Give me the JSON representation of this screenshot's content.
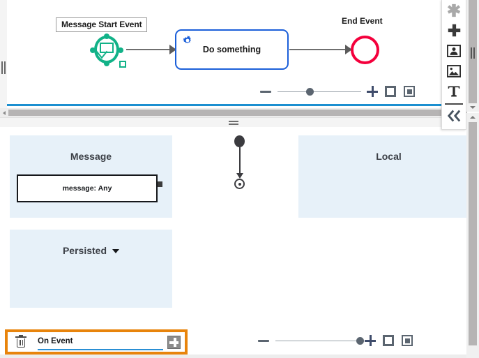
{
  "bpmn_editor": {
    "start_event": {
      "label": "Message Start Event",
      "icon": "envelope-icon",
      "selected": true,
      "accent_color": "#12b288"
    },
    "task": {
      "label": "Do something",
      "icon": "gear-icon",
      "border_color": "#1b5fd9"
    },
    "end_event": {
      "label": "End Event",
      "accent_color": "#f4003c"
    },
    "zoom_controls": {
      "zoom_out_label": "−",
      "zoom_in_label": "+",
      "fit_label": "Fit to screen",
      "actual_size_label": "Actual size",
      "slider_value": 34
    }
  },
  "palette": {
    "items": [
      {
        "name": "asterisk-icon",
        "label": "Asterisk"
      },
      {
        "name": "plus-cross-icon",
        "label": "Add"
      },
      {
        "name": "portrait-frame-icon",
        "label": "Portrait"
      },
      {
        "name": "image-icon",
        "label": "Image"
      },
      {
        "name": "text-icon",
        "label": "T"
      },
      {
        "name": "collapse-left-icon",
        "label": "«"
      }
    ]
  },
  "layout_editor": {
    "lanes": [
      {
        "id": "message",
        "title": "Message",
        "background": "#e7f1f9"
      },
      {
        "id": "local",
        "title": "Local",
        "background": "#e7f1f9"
      },
      {
        "id": "persisted",
        "title": "Persisted",
        "background": "#e7f1f9",
        "has_dropdown": true
      }
    ],
    "message_box": {
      "text": "message: Any"
    },
    "state_diagram": {
      "type": "uml-state",
      "initial_node": "filled-circle",
      "final_node": "bullseye-circle"
    },
    "zoom_controls": {
      "zoom_out_label": "−",
      "zoom_in_label": "+",
      "fit_label": "Fit to screen",
      "actual_size_label": "Actual size",
      "slider_value": 97
    }
  },
  "footer": {
    "delete_icon": "trash-icon",
    "event_field_value": "On Event",
    "add_icon": "plus-icon",
    "highlight_color": "#e8840c",
    "underline_color": "#2a8fd4"
  }
}
